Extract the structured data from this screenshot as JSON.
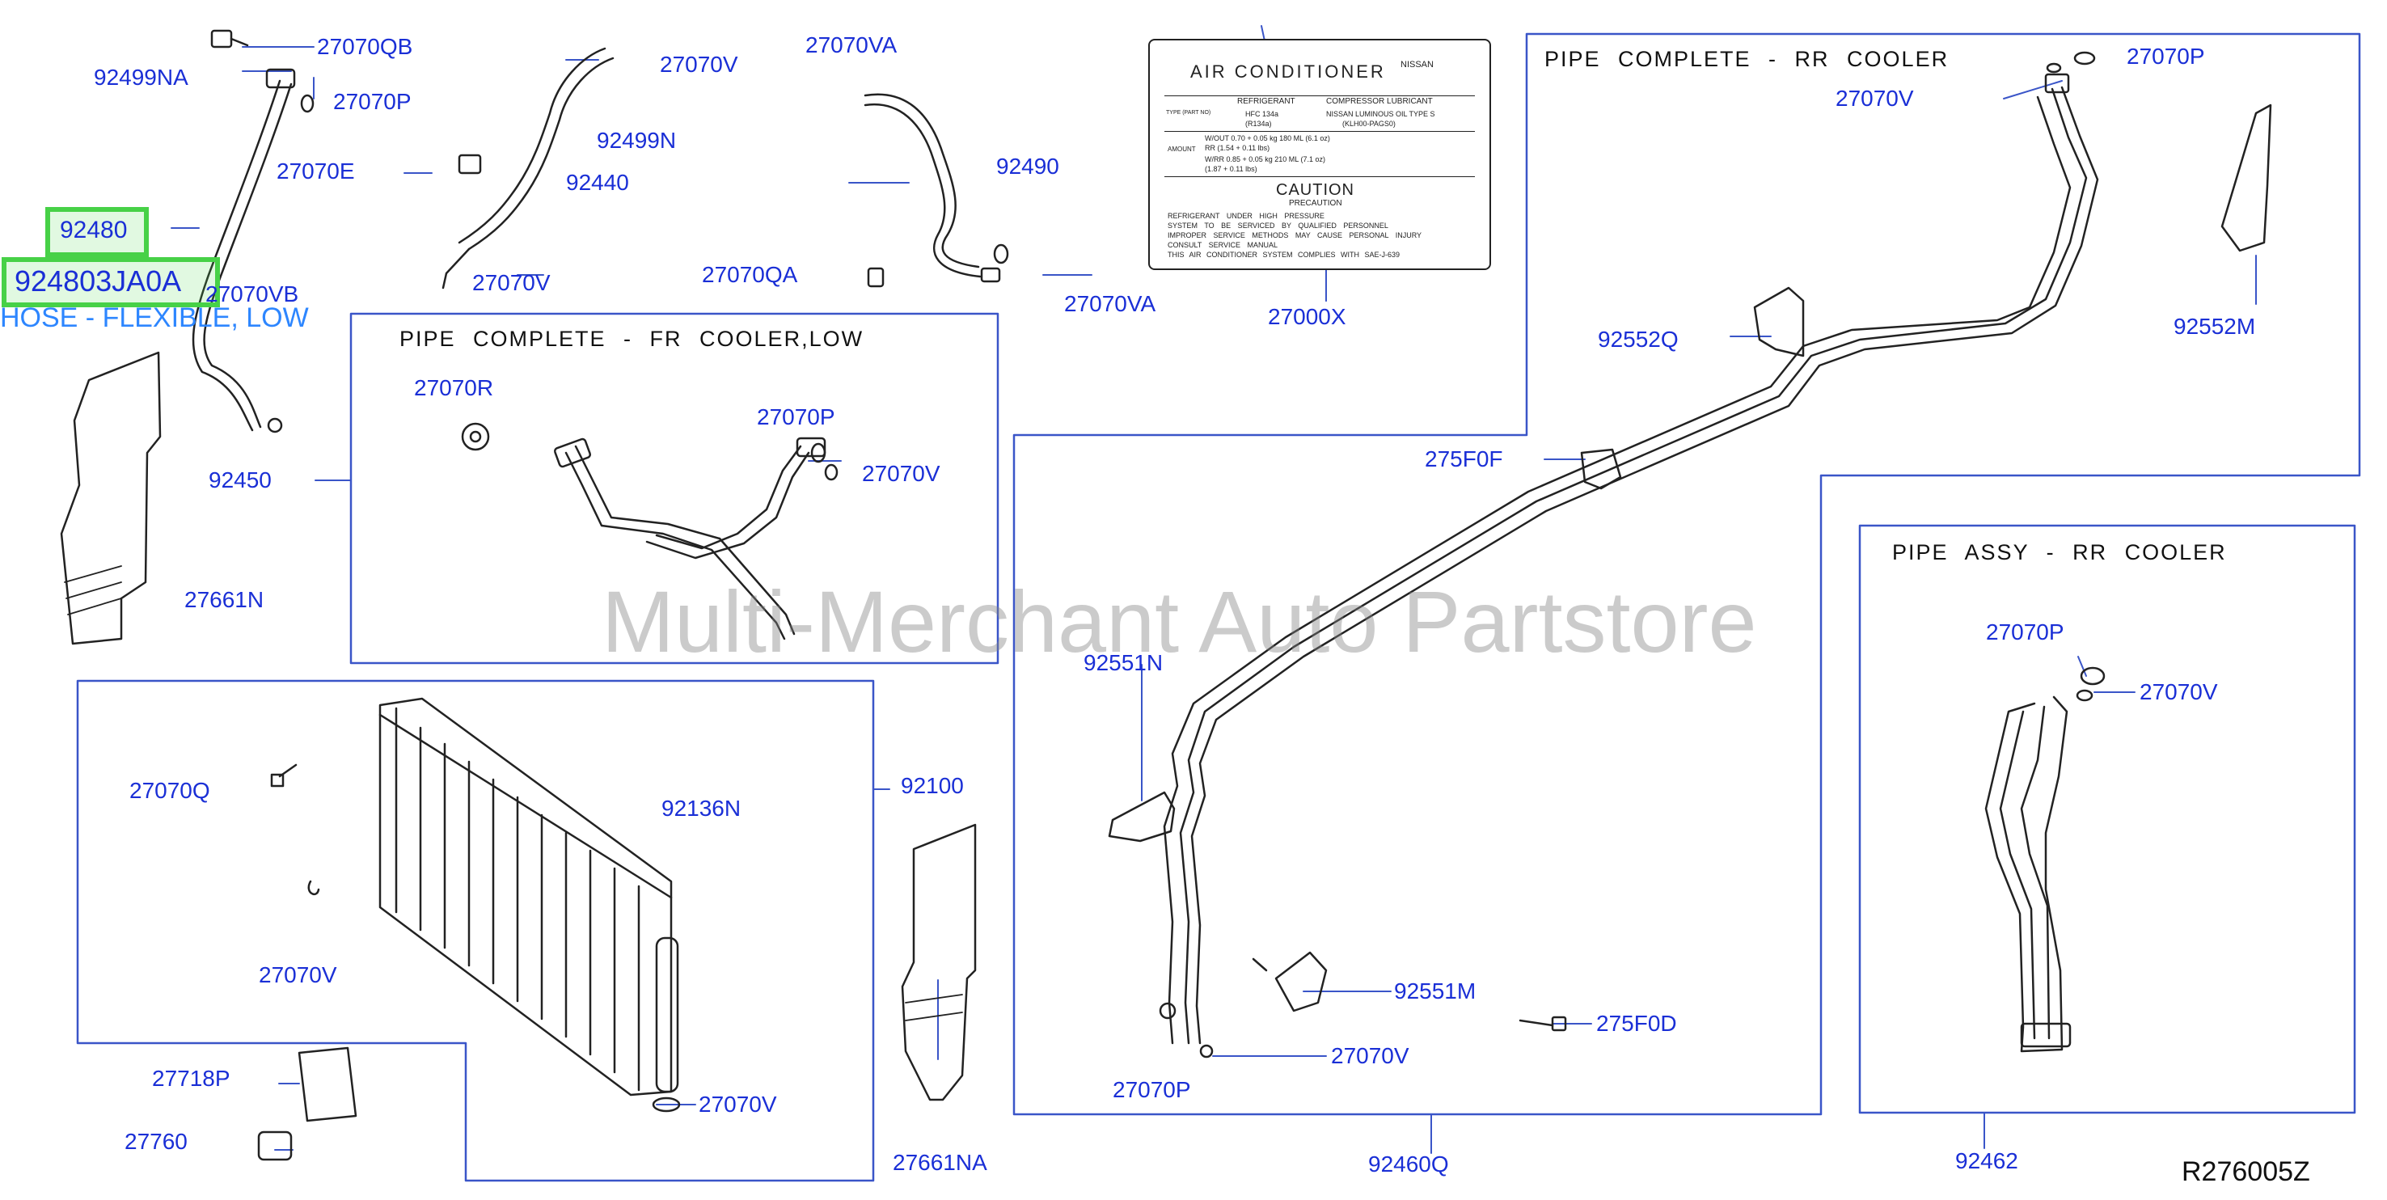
{
  "watermark": "Multi-Merchant Auto Partstore",
  "diagram_code": "R276005Z",
  "highlight": {
    "part": "92480",
    "part_number": "924803JA0A",
    "description": "HOSE - FLEXIBLE, LOW"
  },
  "panels": {
    "fr_cooler": "PIPE COMPLETE - FR COOLER,LOW",
    "rr_cooler": "PIPE COMPLETE - RR COOLER",
    "rr_assy": "PIPE ASSY - RR COOLER"
  },
  "ac_label": {
    "title": "AIR CONDITIONER",
    "brand": "NISSAN",
    "refrigerant": "REFRIGERANT",
    "compressor_lubricant": "COMPRESSOR LUBRICANT",
    "type_part": "TYPE (PART NO)",
    "hfc": "HFC 134a",
    "r134a": "(R134a)",
    "nissan_luminous": "NISSAN LUMINOUS OIL TYPE S",
    "kl_h00": "(KLH00-PAGS0)",
    "amount": "AMOUNT",
    "row1": "W/OUT 0.70 + 0.05 kg   180 ML (6.1 oz)",
    "row2": "RR (1.54 + 0.11 lbs)",
    "row3": "W/RR 0.85 + 0.05 kg   210 ML (7.1 oz)",
    "row4": "(1.87 + 0.11 lbs)",
    "caution": "CAUTION",
    "precaution": "PRECAUTION",
    "notes": [
      "REFRIGERANT UNDER HIGH PRESSURE",
      "SYSTEM TO BE SERVICED BY QUALIFIED PERSONNEL",
      "IMPROPER SERVICE METHODS MAY CAUSE PERSONAL INJURY",
      "CONSULT SERVICE MANUAL",
      "THIS AIR CONDITIONER SYSTEM COMPLIES WITH SAE-J-639"
    ]
  },
  "labels": [
    {
      "id": "l1",
      "text": "27070QB"
    },
    {
      "id": "l2",
      "text": "92499NA"
    },
    {
      "id": "l3",
      "text": "27070P"
    },
    {
      "id": "l4",
      "text": "27070VB"
    },
    {
      "id": "l5",
      "text": "92450"
    },
    {
      "id": "l6",
      "text": "27661N"
    },
    {
      "id": "l7",
      "text": "27070V"
    },
    {
      "id": "l8",
      "text": "27070E"
    },
    {
      "id": "l9",
      "text": "92499N"
    },
    {
      "id": "l10",
      "text": "92440"
    },
    {
      "id": "l11",
      "text": "27070V"
    },
    {
      "id": "l12",
      "text": "27070VA"
    },
    {
      "id": "l13",
      "text": "92490"
    },
    {
      "id": "l14",
      "text": "27070QA"
    },
    {
      "id": "l15",
      "text": "27070VA"
    },
    {
      "id": "l16",
      "text": "27000X"
    },
    {
      "id": "l17",
      "text": "27070R"
    },
    {
      "id": "l18",
      "text": "27070P"
    },
    {
      "id": "l19",
      "text": "27070V"
    },
    {
      "id": "l20",
      "text": "27070Q"
    },
    {
      "id": "l21",
      "text": "92136N"
    },
    {
      "id": "l22",
      "text": "92100"
    },
    {
      "id": "l23",
      "text": "27070V"
    },
    {
      "id": "l24",
      "text": "27070V"
    },
    {
      "id": "l25",
      "text": "27718P"
    },
    {
      "id": "l26",
      "text": "27760"
    },
    {
      "id": "l27",
      "text": "27661NA"
    },
    {
      "id": "l28",
      "text": "27070P"
    },
    {
      "id": "l29",
      "text": "27070V"
    },
    {
      "id": "l30",
      "text": "92552Q"
    },
    {
      "id": "l31",
      "text": "92552M"
    },
    {
      "id": "l32",
      "text": "275F0F"
    },
    {
      "id": "l33",
      "text": "92551N"
    },
    {
      "id": "l34",
      "text": "92551M"
    },
    {
      "id": "l35",
      "text": "275F0D"
    },
    {
      "id": "l36",
      "text": "27070V"
    },
    {
      "id": "l37",
      "text": "27070P"
    },
    {
      "id": "l38",
      "text": "92460Q"
    },
    {
      "id": "l39",
      "text": "27070P"
    },
    {
      "id": "l40",
      "text": "27070V"
    },
    {
      "id": "l41",
      "text": "92462"
    }
  ]
}
